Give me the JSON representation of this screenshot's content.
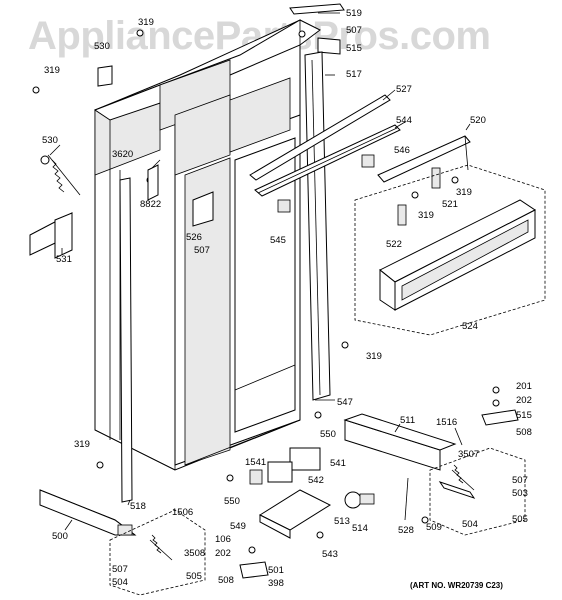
{
  "watermark": "AppliancePartsPros.com",
  "art_number": "(ART NO. WR20739 C23)",
  "labels": {
    "p519": "519",
    "p319a": "319",
    "p507a": "507",
    "p515a": "515",
    "p530": "530",
    "p319b": "319",
    "p517": "517",
    "p527": "527",
    "p530b": "530",
    "p3620": "3620",
    "p8822": "8822",
    "p544": "544",
    "p520": "520",
    "p546": "546",
    "p319c": "319",
    "p521": "521",
    "p319d": "319",
    "p526": "526",
    "p507b": "507",
    "p545": "545",
    "p522": "522",
    "p531": "531",
    "p524": "524",
    "p319e": "319",
    "p547": "547",
    "p201": "201",
    "p202a": "202",
    "p515b": "515",
    "p508a": "508",
    "p550a": "550",
    "p511": "511",
    "p1516": "1516",
    "p319f": "319",
    "p3507": "3507",
    "p1541": "1541",
    "p541": "541",
    "p507c": "507",
    "p503": "503",
    "p542": "542",
    "p550b": "550",
    "p518": "518",
    "p1506": "1506",
    "p504a": "504",
    "p505a": "505",
    "p500": "500",
    "p549": "549",
    "p513": "513",
    "p514": "514",
    "p528": "528",
    "p509": "509",
    "p106": "106",
    "p3508": "3508",
    "p543": "543",
    "p202b": "202",
    "p507d": "507",
    "p501": "501",
    "p505b": "505",
    "p504b": "504",
    "p508b": "508",
    "p398": "398"
  }
}
